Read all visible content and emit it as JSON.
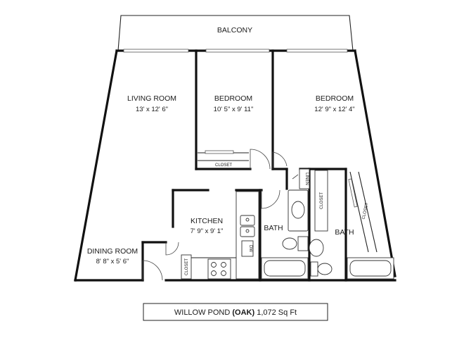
{
  "rooms": {
    "balcony": {
      "name": "BALCONY"
    },
    "living_room": {
      "name": "LIVING ROOM",
      "size": "13' x 12' 6\""
    },
    "bedroom_1": {
      "name": "BEDROOM",
      "size": "10' 5\" x 9' 11\""
    },
    "bedroom_2": {
      "name": "BEDROOM",
      "size": "12' 9\" x 12' 4\""
    },
    "kitchen": {
      "name": "KITCHEN",
      "size": "7' 9\" x 9' 1\""
    },
    "dining_room": {
      "name": "DINING ROOM",
      "size": "8' 8\" x 5' 6\""
    },
    "bath_1": {
      "name": "BATH"
    },
    "bath_2": {
      "name": "BATH"
    }
  },
  "fixtures": {
    "closet_bedroom": "CLOSET",
    "closet_bath": "CLOSET",
    "closet_bedroom2": "CLOSET",
    "closet_dining": "CLOSET",
    "linen": "LINEN",
    "dishwasher": "DW"
  },
  "caption": {
    "name": "WILLOW POND ",
    "model": "(OAK)",
    "area": " 1,072 Sq Ft"
  }
}
